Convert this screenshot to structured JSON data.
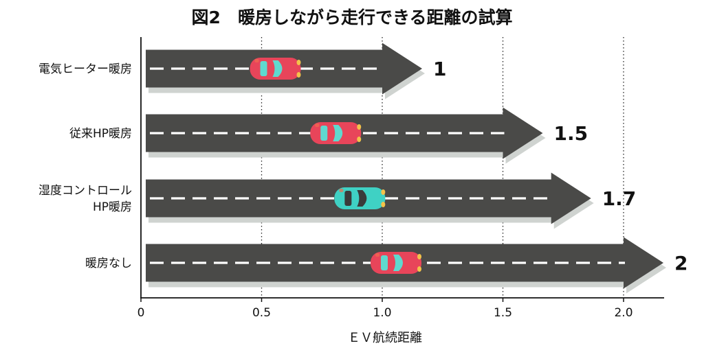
{
  "chart_data": {
    "type": "bar",
    "orientation": "horizontal",
    "title": "図2　暖房しながら走行できる距離の試算",
    "xlabel": "ＥＶ航続距離",
    "ylabel": "",
    "xlim": [
      0,
      2.15
    ],
    "xticks": [
      "0",
      "0.5",
      "1.0",
      "1.5",
      "2.0"
    ],
    "grid": "vertical dotted",
    "categories": [
      [
        "電気ヒーター暖房"
      ],
      [
        "従来HP暖房"
      ],
      [
        "湿度コントロール",
        "HP暖房"
      ],
      [
        "暖房なし"
      ]
    ],
    "values": [
      1,
      1.5,
      1.7,
      2
    ],
    "data_labels": [
      "1",
      "1.5",
      "1.7",
      "2"
    ],
    "car_colors": [
      "#e8455a",
      "#e8455a",
      "#3fd1c4",
      "#e8455a"
    ]
  },
  "colors": {
    "road": "#4a4a48",
    "road_shadow": "#cfd3d0",
    "dash": "#ffffff",
    "grid": "#222222"
  },
  "icons": {
    "car": "car-icon"
  }
}
